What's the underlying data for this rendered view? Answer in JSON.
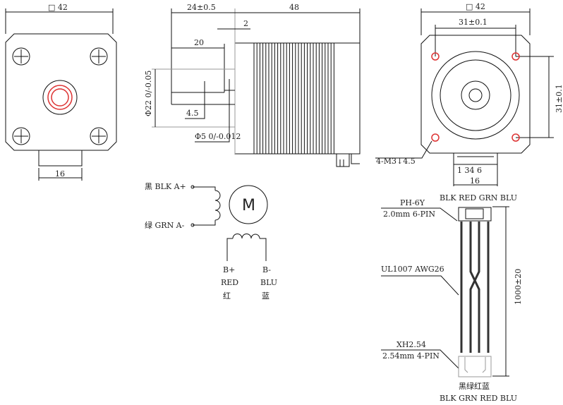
{
  "front_view": {
    "width_dim": "□ 42",
    "tab_dim": "16"
  },
  "side_view": {
    "shaft_len": "24±0.5",
    "body_len": "48",
    "flange": "2",
    "flat_len": "20",
    "flat_depth": "4.5",
    "pilot_dia": "Φ22 0/-0.05",
    "shaft_dia": "Φ5 0/-0.012"
  },
  "rear_view": {
    "width_dim": "□ 42",
    "hole_spacing_h": "31±0.1",
    "hole_spacing_v": "31±0.1",
    "thread": "4-M3↓4.5",
    "pins": "1 34 6",
    "connector_width": "16"
  },
  "wiring": {
    "a_plus": "黑 BLK A+",
    "a_minus": "绿 GRN A-",
    "motor": "M",
    "b_plus": [
      "B+",
      "RED",
      "红"
    ],
    "b_minus": [
      "B-",
      "BLU",
      "蓝"
    ]
  },
  "cable": {
    "top_colors": "BLK RED GRN BLU",
    "top_conn": "PH-6Y",
    "top_conn_desc": "2.0mm 6-PIN",
    "wire": "UL1007 AWG26",
    "bottom_conn": "XH2.54",
    "bottom_conn_desc": "2.54mm 4-PIN",
    "length": "1000±20",
    "bottom_colors_cn": "黑绿红蓝",
    "bottom_colors": "BLK GRN RED BLU"
  },
  "colors": {
    "accent": "#dd3333",
    "line": "#111111"
  }
}
